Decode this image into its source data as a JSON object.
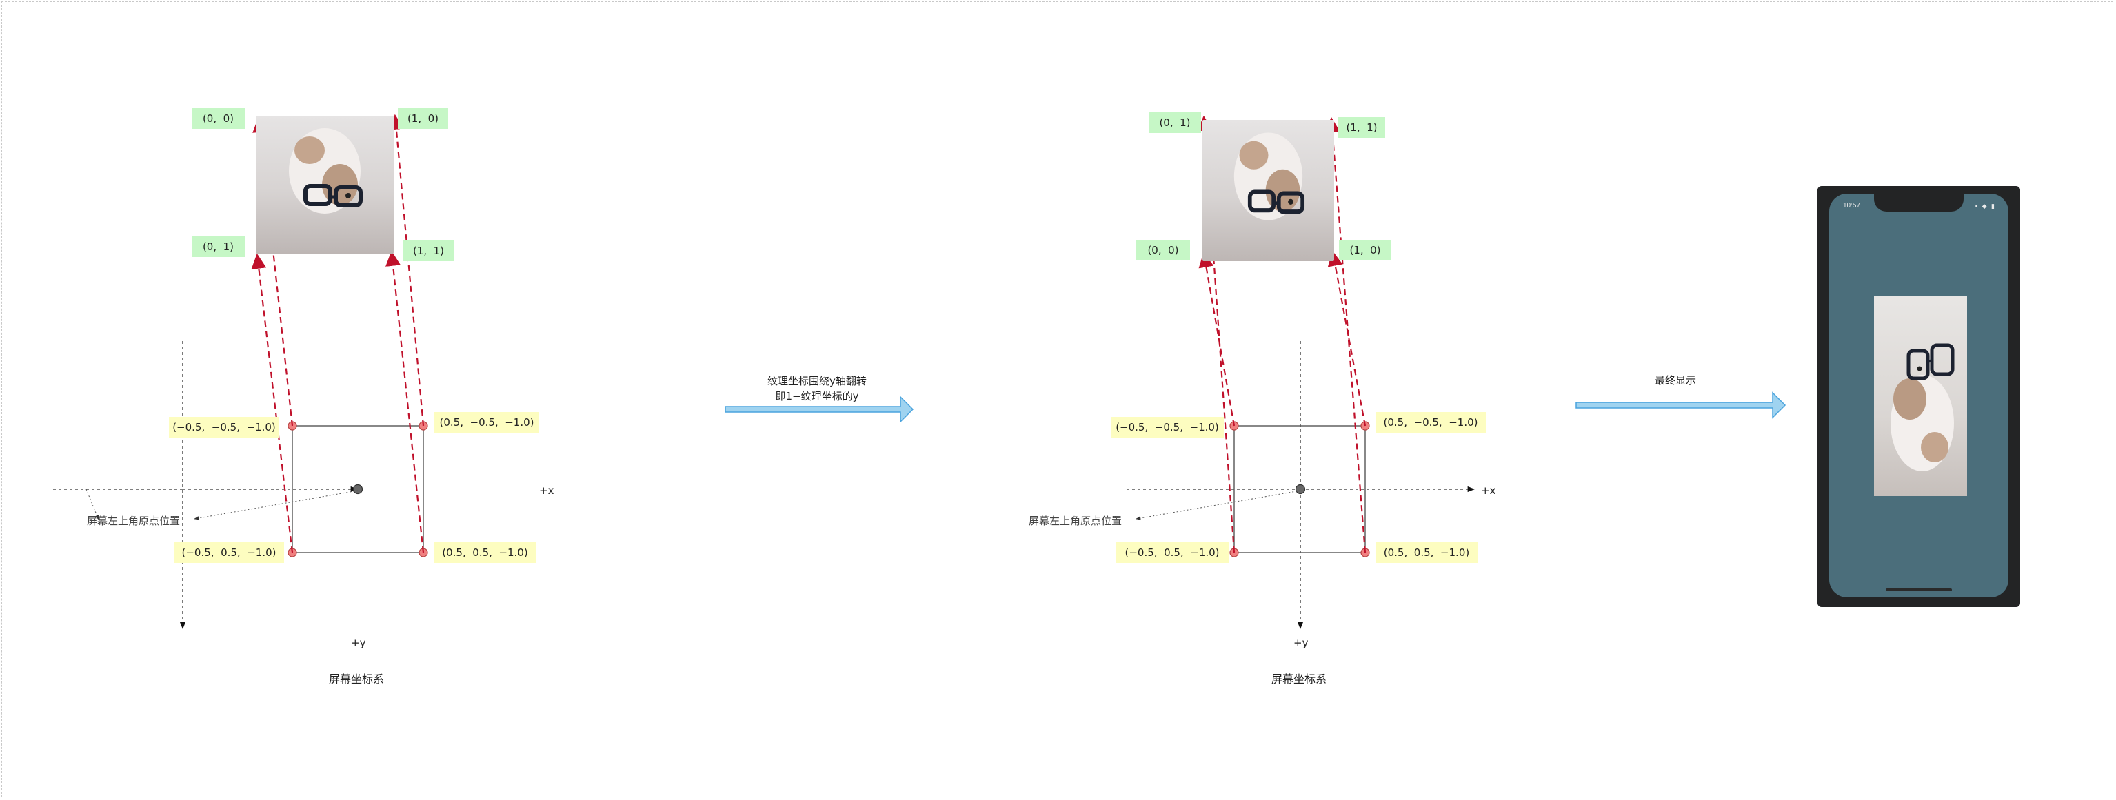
{
  "left_panel": {
    "tex_labels": {
      "top_left": "(0,  0)",
      "top_right": "(1,  0)",
      "bottom_left": "(0,  1)",
      "bottom_right": "(1,  1)"
    },
    "vertex_labels": {
      "top_left": "(−0.5,  −0.5,  −1.0)",
      "top_right": "(0.5,  −0.5,  −1.0)",
      "bottom_left": "(−0.5,  0.5,  −1.0)",
      "bottom_right": "(0.5,  0.5,  −1.0)"
    },
    "axis_x": "+x",
    "axis_y": "+y",
    "origin_note": "屏幕左上角原点位置",
    "caption": "屏幕坐标系"
  },
  "middle_arrow": {
    "line1": "纹理坐标围绕y轴翻转",
    "line2": "即1−纹理坐标的y"
  },
  "right_panel": {
    "tex_labels": {
      "top_left": "(0,  1)",
      "top_right": "(1,  1)",
      "bottom_left": "(0,  0)",
      "bottom_right": "(1,  0)"
    },
    "vertex_labels": {
      "top_left": "(−0.5,  −0.5,  −1.0)",
      "top_right": "(0.5,  −0.5,  −1.0)",
      "bottom_left": "(−0.5,  0.5,  −1.0)",
      "bottom_right": "(0.5,  0.5,  −1.0)"
    },
    "axis_x": "+x",
    "axis_y": "+y",
    "origin_note": "屏幕左上角原点位置",
    "caption": "屏幕坐标系"
  },
  "final_arrow": {
    "label": "最终显示"
  },
  "phone": {
    "time": "10:57",
    "status_icons": "▪ ◆ ▮"
  },
  "colors": {
    "mapping_line": "#c0112b",
    "arrow_fill": "#9fd3f0",
    "arrow_stroke": "#4aa3dd",
    "vertex_dot": "#f08080",
    "tex_label_bg": "#c6f7c6",
    "vertex_label_bg": "#fdfdc0",
    "phone_screen": "#4b6e7b"
  }
}
